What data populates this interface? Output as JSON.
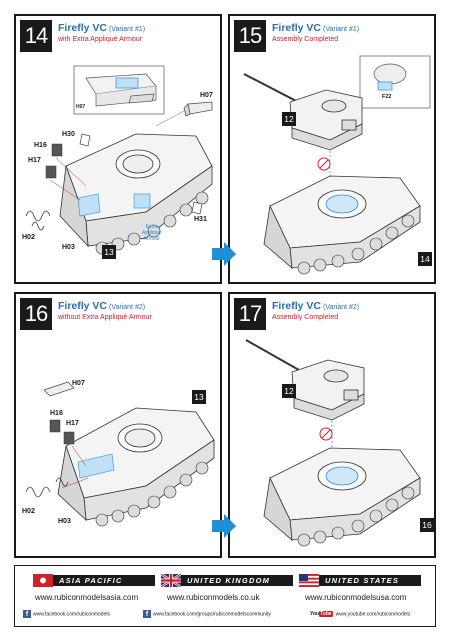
{
  "steps": [
    {
      "number": "14",
      "title": "Firefly VC",
      "variant": "(Variant #1)",
      "subtitle": "with Extra Appliqué Armour",
      "parts": {
        "h07": "H07",
        "h07b": "H07",
        "h30": "H30",
        "h16": "H16",
        "h17": "H17",
        "h31": "H31",
        "h02": "H02",
        "h03": "H03"
      },
      "badge": "13",
      "note": [
        "Extra",
        "Appliqué",
        "Armour"
      ]
    },
    {
      "number": "15",
      "title": "Firefly VC",
      "variant": "(Variant #1)",
      "subtitle": "Assembly Completed",
      "parts": {
        "f22": "F22"
      },
      "badge_turret": "12",
      "badge_hull": "14"
    },
    {
      "number": "16",
      "title": "Firefly VC",
      "variant": "(Variant #2)",
      "subtitle": "without Extra Appliqué Armour",
      "parts": {
        "h07": "H07",
        "h16": "H16",
        "h17": "H17",
        "h02": "H02",
        "h03": "H03"
      },
      "badge": "13"
    },
    {
      "number": "17",
      "title": "Firefly VC",
      "variant": "(Variant #2)",
      "subtitle": "Assembly Completed",
      "badge_turret": "12",
      "badge_hull": "16"
    }
  ],
  "footer": {
    "regions": [
      "ASIA PACIFIC",
      "UNITED KINGDOM",
      "UNITED STATES"
    ],
    "websites": [
      "www.rubiconmodelsasia.com",
      "www.rubiconmodels.co.uk",
      "www.rubiconmodelsusa.com"
    ],
    "social": [
      "www.facebook.com/rubiconmodels",
      "www.facebook.com/groups/rubiconmodelscommunity",
      "www.youtube.com/rubiconmodels"
    ],
    "youtube_you": "You",
    "youtube_tube": "Tube"
  },
  "colors": {
    "accent_blue": "#2a6fb0",
    "accent_red": "#d0202a",
    "arrow_blue": "#1f8fd6",
    "part_highlight": "#bfe0f5"
  }
}
